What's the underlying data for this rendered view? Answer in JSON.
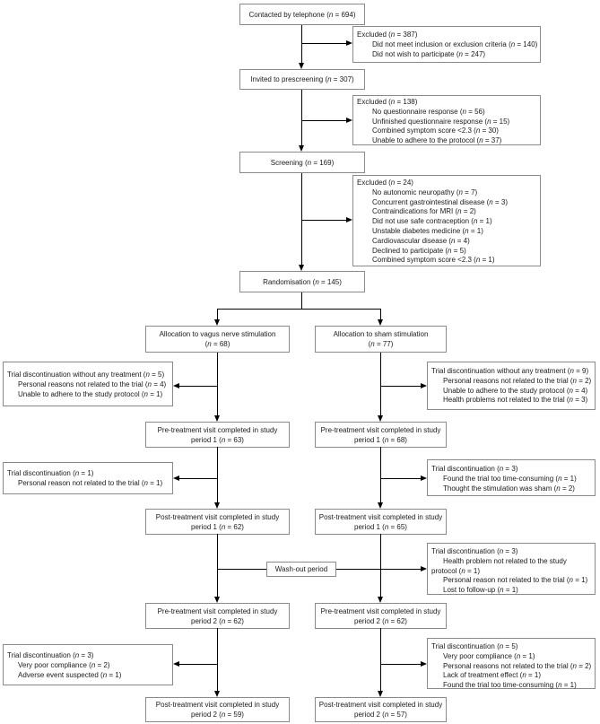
{
  "colors": {
    "box_border": "#8a8a8a",
    "connector": "#000000",
    "text": "#1a1a1a",
    "background": "#ffffff"
  },
  "flow": {
    "contacted": {
      "lines": [
        "Contacted by telephone (n = 694)"
      ]
    },
    "invited": {
      "lines": [
        "Invited to prescreening (n = 307)"
      ]
    },
    "screening": {
      "lines": [
        "Screening (n = 169)"
      ]
    },
    "randomisation": {
      "lines": [
        "Randomisation (n = 145)"
      ]
    },
    "allocation_vns": {
      "lines": [
        "Allocation to vagus nerve stimulation",
        "(n = 68)"
      ]
    },
    "allocation_sham": {
      "lines": [
        "Allocation to sham stimulation",
        "(n = 77)"
      ]
    },
    "pretreatment1_vns": {
      "lines": [
        "Pre-treatment visit completed in study",
        "period 1 (n = 63)"
      ]
    },
    "pretreatment1_sham": {
      "lines": [
        "Pre-treatment visit completed in study",
        "period 1 (n = 68)"
      ]
    },
    "posttreatment1_vns": {
      "lines": [
        "Post-treatment visit completed in study",
        "period 1 (n = 62)"
      ]
    },
    "posttreatment1_sham": {
      "lines": [
        "Post-treatment visit completed in study",
        "period 1 (n = 65)"
      ]
    },
    "washout": {
      "lines": [
        "Wash-out period"
      ]
    },
    "pretreatment2_vns": {
      "lines": [
        "Pre-treatment visit completed in study",
        "period 2 (n = 62)"
      ]
    },
    "pretreatment2_sham": {
      "lines": [
        "Pre-treatment visit completed in study",
        "period 2 (n = 62)"
      ]
    },
    "posttreatment2_vns": {
      "lines": [
        "Post-treatment visit completed in study",
        "period 2 (n = 59)"
      ]
    },
    "posttreatment2_sham": {
      "lines": [
        "Post-treatment visit completed in study",
        "period 2 (n = 57)"
      ]
    }
  },
  "excluded": [
    {
      "title": "Excluded (n = 387)",
      "items": [
        "Did not meet inclusion or exclusion criteria (n = 140)",
        "Did not wish to participate (n = 247)"
      ]
    },
    {
      "title": "Excluded (n = 138)",
      "items": [
        "No questionnaire response (n = 56)",
        "Unfinished questionnaire response (n = 15)",
        "Combined symptom score <2.3 (n = 30)",
        "Unable to adhere to the protocol (n = 37)"
      ]
    },
    {
      "title": "Excluded (n = 24)",
      "items": [
        "No autonomic neuropathy (n = 7)",
        "Concurrent gastrointestinal disease (n = 3)",
        "Contraindications for MRI (n = 2)",
        "Did not use safe contraception (n = 1)",
        "Unstable diabetes medicine (n = 1)",
        "Cardiovascular disease (n = 4)",
        "Declined to participate (n = 5)",
        "Combined symptom score <2.3 (n = 1)"
      ]
    }
  ],
  "left_discontinuation": [
    {
      "title": "Trial discontinuation without any treatment (n = 5)",
      "items": [
        "Personal reasons not related to the trial (n = 4)",
        "Unable to adhere to the study protocol (n = 1)"
      ]
    },
    {
      "title": "Trial discontinuation (n = 1)",
      "items": [
        "Personal reason not related to the trial (n = 1)"
      ]
    },
    {
      "title": "Trial discontinuation (n = 3)",
      "items": [
        "Very poor compliance (n = 2)",
        "Adverse event suspected (n = 1)"
      ]
    }
  ],
  "right_discontinuation": [
    {
      "title": "Trial discontinuation without any treatment (n = 9)",
      "items": [
        "Personal reasons not related to the trial (n = 2)",
        "Unable to adhere to the study protocol (n = 4)",
        "Health problems not related to the trial (n = 3)"
      ]
    },
    {
      "title": "Trial discontinuation (n = 3)",
      "items": [
        "Found the trial too time-consuming (n = 1)",
        "Thought the stimulation was sham (n = 2)"
      ]
    },
    {
      "title": "Trial discontinuation (n = 3)",
      "items": [
        "Health problem not related to the study protocol (n = 1)",
        "Personal reason not related to the trial (n = 1)",
        "Lost to follow-up (n = 1)"
      ]
    },
    {
      "title": "Trial discontinuation (n = 5)",
      "items": [
        "Very poor compliance (n = 1)",
        "Personal reasons not related to the trial (n = 2)",
        "Lack of treatment effect (n = 1)",
        "Found the trial too time-consuming (n = 1)"
      ]
    }
  ]
}
